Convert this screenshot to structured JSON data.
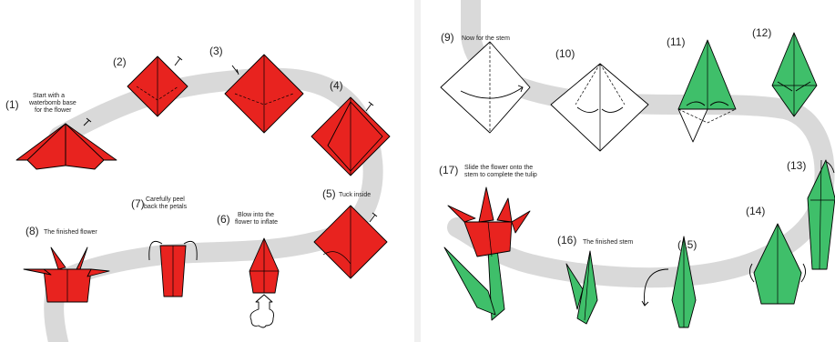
{
  "left_steps": [
    {
      "num": "(1)",
      "caption": [
        "Start with a",
        "waterbomb base",
        "for the flower"
      ]
    },
    {
      "num": "(2)",
      "caption": []
    },
    {
      "num": "(3)",
      "caption": []
    },
    {
      "num": "(4)",
      "caption": []
    },
    {
      "num": "(5)",
      "caption": [
        "Tuck inside"
      ]
    },
    {
      "num": "(6)",
      "caption": [
        "Blow into the",
        "flower to inflate"
      ]
    },
    {
      "num": "(7)",
      "caption": [
        "Carefully peel",
        "back the petals"
      ]
    },
    {
      "num": "(8)",
      "caption": [
        "The finished flower"
      ]
    }
  ],
  "right_steps": [
    {
      "num": "(9)",
      "caption": [
        "Now for the stem"
      ]
    },
    {
      "num": "(10)",
      "caption": []
    },
    {
      "num": "(11)",
      "caption": []
    },
    {
      "num": "(12)",
      "caption": []
    },
    {
      "num": "(13)",
      "caption": []
    },
    {
      "num": "(14)",
      "caption": []
    },
    {
      "num": "(15)",
      "caption": []
    },
    {
      "num": "(16)",
      "caption": [
        "The finished stem"
      ]
    },
    {
      "num": "(17)",
      "caption": [
        "Slide the flower onto the",
        "stem to complete the tulip"
      ]
    }
  ],
  "colors": {
    "flower": "#e8231f",
    "stem": "#3fbf6a",
    "path": "#d9d9d9"
  }
}
